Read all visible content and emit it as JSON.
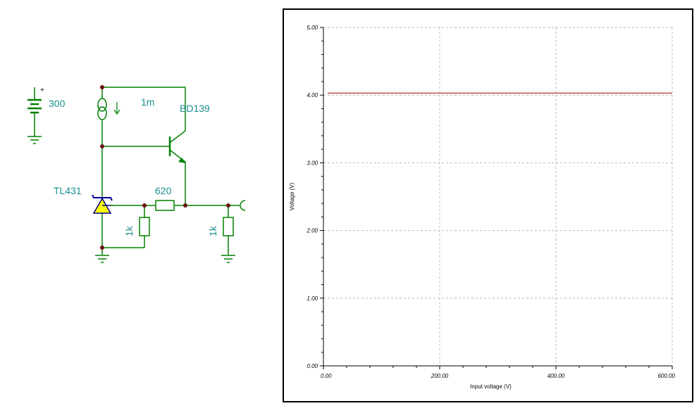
{
  "schematic": {
    "battery_label": "300",
    "battery_plus": "+",
    "source_label": "1m",
    "transistor_label": "BD139",
    "zener_label": "TL431",
    "series_resistor_label": "620",
    "resistor1_label": "1k",
    "resistor2_label": "1k",
    "wire_color": "#008000",
    "node_color": "#6b1010"
  },
  "chart_data": {
    "type": "line",
    "xlabel": "Input voltage (V)",
    "ylabel": "Voltage (V)",
    "xlim": [
      0,
      600
    ],
    "ylim": [
      0,
      5
    ],
    "xticks": [
      "0.00",
      "200.00",
      "400.00",
      "600.00"
    ],
    "yticks": [
      "0.00",
      "1.00",
      "2.00",
      "3.00",
      "4.00",
      "5.00"
    ],
    "grid": true,
    "series": [
      {
        "color": "#b22222",
        "x": [
          7,
          600
        ],
        "y": [
          4.03,
          4.03
        ]
      }
    ]
  }
}
